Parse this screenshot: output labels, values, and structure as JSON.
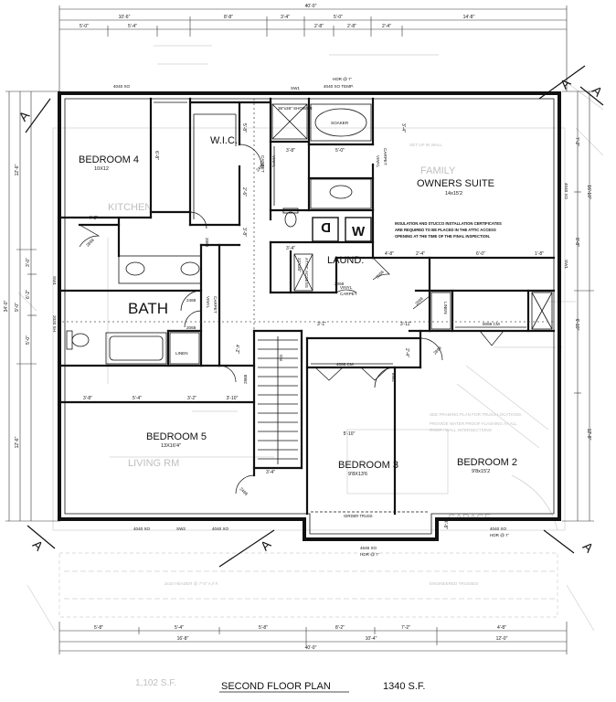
{
  "footer": {
    "title": "SECOND FLOOR PLAN",
    "area": "1340 S.F.",
    "ghost_area": "1,102 S.F."
  },
  "section_marks": [
    "A",
    "A",
    "A",
    "A",
    "A",
    "A"
  ],
  "rooms": {
    "bedroom4": {
      "name": "BEDROOM 4",
      "size": "10X12"
    },
    "wic": {
      "name": "W.I.C."
    },
    "owners_suite": {
      "name": "OWNERS SUITE",
      "size": "14x15'2"
    },
    "bath": {
      "name": "BATH"
    },
    "laundry": {
      "name": "LAUND."
    },
    "bedroom5": {
      "name": "BEDROOM 5",
      "size": "13X16'4\""
    },
    "bedroom3": {
      "name": "BEDROOM 3",
      "size": "9'8X13'6"
    },
    "bedroom2": {
      "name": "BEDROOM 2",
      "size": "9'8x15'2"
    }
  },
  "fixtures": {
    "soaker": "SOAKER",
    "shower": "36\"x36\" SHOWER",
    "linen_bath": "LINEN",
    "linen_right": "LINEN",
    "attic_access": "ATTIC ACCESS",
    "attic_size": "22\"x30\"",
    "dn": "DN",
    "washer": "W",
    "dryer": "D"
  },
  "notes": {
    "insulation": [
      "INSULATION AND STUCCO INSTALLATION CERTIFICATES",
      "ARE REQUIRED TO BE PLACED IN THE ATTIC ACCESS",
      "OPENING AT THE TIME OF THE FINAL INSPECTION."
    ],
    "girder_truss": "GIRDER TRUSS"
  },
  "openings": {
    "hdr_top": "HDR @ 7'",
    "xo_top": "4040 XO TEMP.",
    "sw1_top": "SW1",
    "xo_top_left": "4040 XO",
    "closet_b3": "4068 CM",
    "closet_b2": "5068 CM",
    "xo_bottom_left": "4040 XO",
    "sw2_bottom": "SW2",
    "xo_bottom_mid": "4040 XO",
    "xo_bay": "4646 XO",
    "hdr_bay": "HDR @ 7'",
    "xo_bottom_right": "4040 XO",
    "hdr_bottom_right": "HDR @ 7'",
    "sw1_left": "SW1",
    "xo_left": "2020 SH",
    "sw1_right": "SW1",
    "xo_right": "4040 XO"
  },
  "doors": {
    "b4": "2868",
    "b4_closet": "2068",
    "wic": "2468",
    "bath": "2468",
    "bath_linen": "2068",
    "laund": "2068",
    "suite": "3068",
    "suite_closet": "2068",
    "hall": "2868",
    "b3": "2868",
    "b2": "2868",
    "b5": "2468"
  },
  "flooring": {
    "carpet1": "CARPET",
    "vinyl1": "VINYL",
    "vinyl2": "VINYL",
    "carpet2": "CARPET",
    "vinyl3": "VINYL",
    "carpet3": "CARPET",
    "vinyl_bath": "VINYL",
    "carpet_bath": "CARPET"
  },
  "dims_top_overall": "40'-0\"",
  "dims_top_row1": [
    "10'-6\"",
    "8'-8\"",
    "3'-4\"",
    "5'-0\"",
    "14'-8\""
  ],
  "dims_top_row2": [
    "5'-0\"",
    "5'-4\"",
    "2'-8\"",
    "2'-8\"",
    "2'-4\""
  ],
  "dims_bottom_row1": [
    "5'-8\"",
    "5'-4\"",
    "5'-8\"",
    "8'-2\"",
    "7'-2\"",
    "4'-8\""
  ],
  "dims_bottom_row2": [
    "16'-8\"",
    "10'-4\"",
    "12'-0\""
  ],
  "dims_bottom_overall": "40'-0\"",
  "dims_left_overall": "34'-0\"",
  "dims_left_a": [
    "12'-6\"",
    "9'-0\"",
    "12'-6\""
  ],
  "dims_left_b": [
    "3'-0\"",
    "6'-2\"",
    "5'-0\""
  ],
  "dims_right_a": [
    "16'-10\"",
    "12'-8\""
  ],
  "dims_right_b": [
    "7'-2\"",
    "8'-8\"",
    "6'-10\""
  ],
  "dims_interior": {
    "b4_w": "6'-8\"",
    "b4_h": "4'-8\"",
    "wic_1": "5'-8\"",
    "wic_2": "2'-6\"",
    "wic_3": "3'-8\"",
    "bath_1": "3'-8\"",
    "bath_2": "5'-0\"",
    "bath_3": "3'-4\"",
    "laund_1": "3'-4\"",
    "suite_1": "4'-8\"",
    "suite_2": "2'-4\"",
    "suite_3": "6'-0\"",
    "suite_4": "1'-8\"",
    "hall_1": "3'-1\"",
    "hall_2": "3'-11\"",
    "stair_1": "3'-4\"",
    "stair_2": "3'-10\"",
    "b5_1": "3'-8\"",
    "b5_2": "5'-4\"",
    "b5_3": "3'-2\"",
    "b3_1": "5'-10\"",
    "b2_1": "2'-4\"",
    "b5_side": "4'-2\"",
    "gird_1": "4'-8\""
  },
  "ghost": {
    "kitchen": "KITCHEN",
    "living": "LIVING RM",
    "family": "FAMILY",
    "garage": "GARAGE",
    "ghost_note_1": "SEE FRAMING PLAN FOR TRUSS LOCATIONS",
    "ghost_note_2": "PROVIDE WATER PROOF FLASHING AT ALL",
    "ghost_note_3": "ROOF / WALL INTERSECTIONS",
    "ghost_note_4": "2x10 HEADER @ 7'-0\" A.F.F.",
    "ghost_note_5": "ENGINEERED TRUSSES",
    "ghost_note_6": "SET UP IN WALL"
  }
}
